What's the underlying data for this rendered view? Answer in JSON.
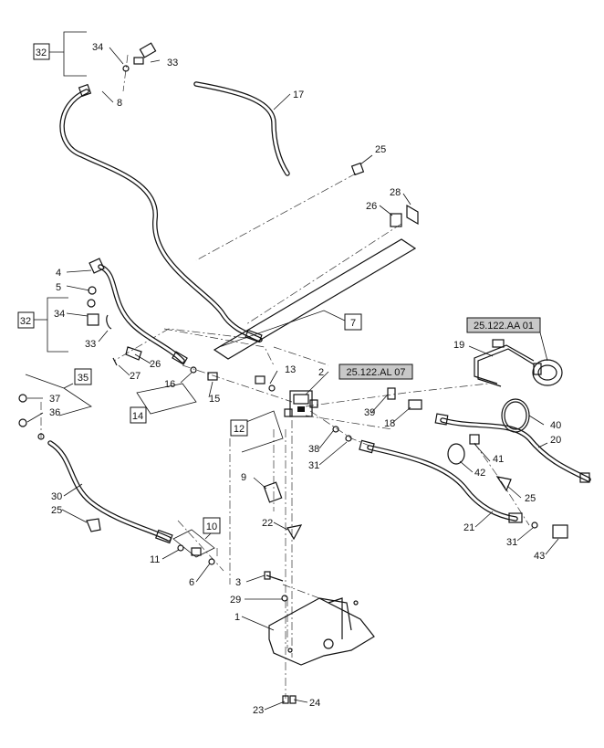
{
  "callouts": {
    "c1": "1",
    "c2": "2",
    "c3": "3",
    "c4": "4",
    "c5": "5",
    "c6": "6",
    "c7": "7",
    "c8": "8",
    "c9": "9",
    "c10": "10",
    "c11": "11",
    "c12": "12",
    "c13": "13",
    "c14": "14",
    "c15": "15",
    "c16": "16",
    "c17": "17",
    "c18": "18",
    "c19": "19",
    "c20": "20",
    "c21": "21",
    "c22": "22",
    "c23": "23",
    "c24": "24",
    "c25a": "25",
    "c25b": "25",
    "c25c": "25",
    "c26a": "26",
    "c26b": "26",
    "c27": "27",
    "c28": "28",
    "c29": "29",
    "c30": "30",
    "c31a": "31",
    "c31b": "31",
    "c32a": "32",
    "c32b": "32",
    "c33a": "33",
    "c33b": "33",
    "c34a": "34",
    "c34b": "34",
    "c35": "35",
    "c36": "36",
    "c37": "37",
    "c38": "38",
    "c39": "39",
    "c40": "40",
    "c41": "41",
    "c42": "42",
    "c43": "43"
  },
  "references": {
    "ref_aa": "25.122.AA 01",
    "ref_al": "25.122.AL 07"
  }
}
